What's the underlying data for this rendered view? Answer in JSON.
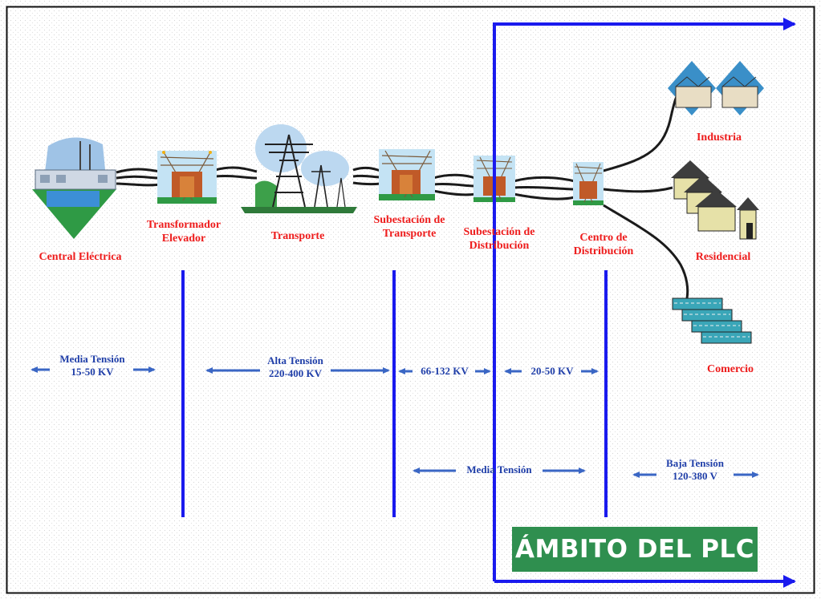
{
  "nodes": {
    "central_electrica": "Central Eléctrica",
    "transformador_l1": "Transformador",
    "transformador_l2": "Elevador",
    "transporte": "Transporte",
    "sub_transporte_l1": "Subestación de",
    "sub_transporte_l2": "Transporte",
    "sub_distribucion_l1": "Subestación de",
    "sub_distribucion_l2": "Distribución",
    "centro_l1": "Centro de",
    "centro_l2": "Distribución",
    "industria": "Industria",
    "residencial": "Residencial",
    "comercio": "Comercio"
  },
  "voltage_ranges": {
    "media_tension_1_l1": "Media Tensión",
    "media_tension_1_l2": "15-50 KV",
    "alta_tension_l1": "Alta Tensión",
    "alta_tension_l2": "220-400 KV",
    "range_66_132": "66-132 KV",
    "range_20_50": "20-50 KV",
    "media_tension_2": "Media Tensión",
    "baja_tension_l1": "Baja Tensión",
    "baja_tension_l2": "120-380 V"
  },
  "banner": {
    "text": "ÁMBITO DEL PLC"
  },
  "colors": {
    "label_red": "#ee1c1c",
    "range_blue": "#1f3ea8",
    "divider_blue": "#1a1aee",
    "arrow_blue": "#3a66c4",
    "banner_green": "#2f8f4f",
    "banner_text": "#ffffff"
  }
}
